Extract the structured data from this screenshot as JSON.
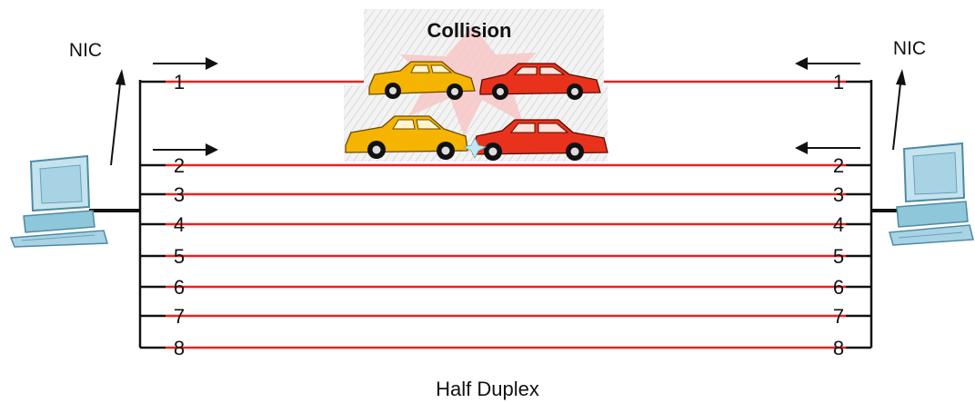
{
  "title": "Collision",
  "caption": "Half Duplex",
  "left_label": "NIC",
  "right_label": "NIC",
  "wires": [
    {
      "number": "1"
    },
    {
      "number": "2"
    },
    {
      "number": "3"
    },
    {
      "number": "4"
    },
    {
      "number": "5"
    },
    {
      "number": "6"
    },
    {
      "number": "7"
    },
    {
      "number": "8"
    }
  ],
  "colors": {
    "wire": "#ee1f1f",
    "bus": "#111111",
    "car_yellow": "#f5b400",
    "car_red": "#e8321c",
    "computer": "#8ec6da"
  },
  "icons": {
    "left_device": "desktop-computer-icon",
    "right_device": "desktop-computer-icon",
    "collision_graphic": "car-crash-icon"
  }
}
